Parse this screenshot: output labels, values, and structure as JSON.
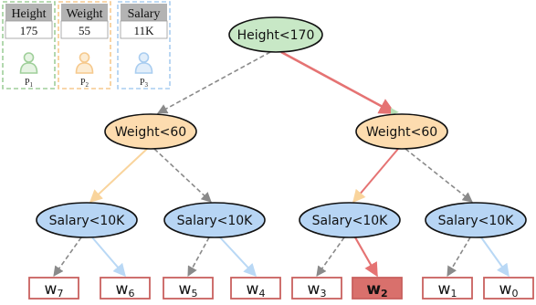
{
  "features": [
    {
      "header": "Height",
      "value": "175",
      "party": "P",
      "party_sub": "1",
      "color": "#9fcf9a",
      "fill": "#e6f3e3"
    },
    {
      "header": "Weight",
      "value": "55",
      "party": "P",
      "party_sub": "2",
      "color": "#f6c98d",
      "fill": "#fcecd3"
    },
    {
      "header": "Salary",
      "value": "11K",
      "party": "P",
      "party_sub": "3",
      "color": "#a9cdf0",
      "fill": "#e2eefa"
    }
  ],
  "tree": {
    "root": {
      "label": "Height<170",
      "fill": "#c8e8c6"
    },
    "level1": [
      {
        "label": "Weight<60",
        "fill": "#fddcaf"
      },
      {
        "label": "Weight<60",
        "fill": "#fddcaf"
      }
    ],
    "level2": [
      {
        "label": "Salary<10K",
        "fill": "#b7d5f4"
      },
      {
        "label": "Salary<10K",
        "fill": "#b7d5f4"
      },
      {
        "label": "Salary<10K",
        "fill": "#b7d5f4"
      },
      {
        "label": "Salary<10K",
        "fill": "#b7d5f4"
      }
    ],
    "leaves": [
      {
        "base": "w",
        "sub": "7",
        "highlighted": false
      },
      {
        "base": "w",
        "sub": "6",
        "highlighted": false
      },
      {
        "base": "w",
        "sub": "5",
        "highlighted": false
      },
      {
        "base": "w",
        "sub": "4",
        "highlighted": false
      },
      {
        "base": "w",
        "sub": "3",
        "highlighted": false
      },
      {
        "base": "w",
        "sub": "2",
        "highlighted": true
      },
      {
        "base": "w",
        "sub": "1",
        "highlighted": false
      },
      {
        "base": "w",
        "sub": "0",
        "highlighted": false
      }
    ]
  },
  "colors": {
    "path_highlight": "#e57373",
    "edge_dashed": "#8a8a8a",
    "edge_orange": "#f9d49c",
    "edge_blue": "#b9d8f5",
    "edge_green": "#b8e0b5",
    "leaf_border": "#c9605e",
    "leaf_highlight_fill": "#d9706c",
    "node_border": "#111111"
  }
}
